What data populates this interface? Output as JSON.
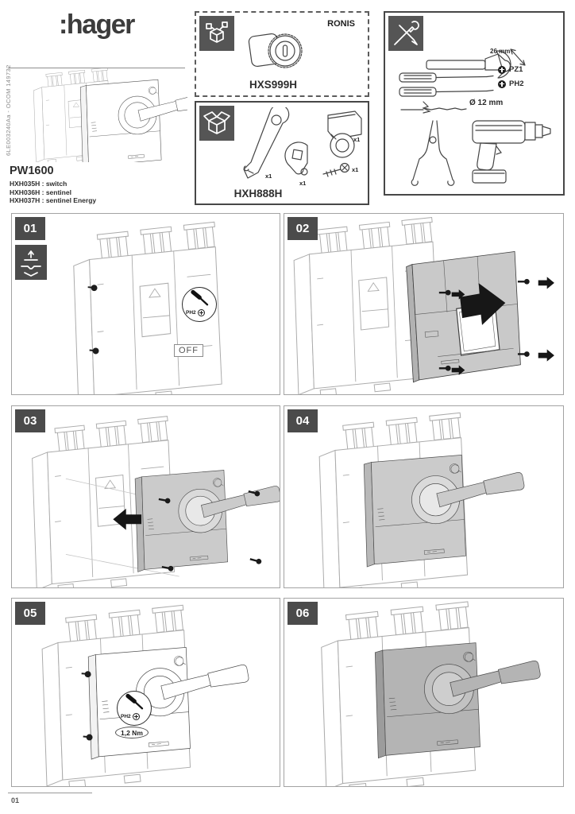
{
  "page": {
    "brand": ":hager",
    "doc_ref": "6LE003240Aa - OCOM 149732",
    "footer_page": "01"
  },
  "product": {
    "name": "PW1600",
    "lines": [
      "HXH035H : switch",
      "HXH036H : sentinel",
      "HXH037H : sentinel Energy"
    ]
  },
  "ronis_box": {
    "brand": "RONIS",
    "ref": "HXS999H"
  },
  "kit_box": {
    "ref": "HXH888H",
    "qty1": "x1",
    "qty2": "x1",
    "qty3": "x1",
    "qty4": "x1"
  },
  "tools": {
    "wrench": "26 mm",
    "bit1": "PZ1",
    "bit2": "PH2",
    "drill": "Ø 12 mm"
  },
  "steps": {
    "s1": {
      "num": "01",
      "tool": "PH2",
      "state": "OFF"
    },
    "s2": {
      "num": "02"
    },
    "s3": {
      "num": "03"
    },
    "s4": {
      "num": "04"
    },
    "s5": {
      "num": "05",
      "tool": "PH2",
      "torque": "1,2 Nm"
    },
    "s6": {
      "num": "06"
    }
  },
  "colors": {
    "badge_bg": "#4b4b4b",
    "tile_bg": "#555555",
    "cover_gray": "#c9c9c9",
    "cover_dark_gray": "#b4b4b4",
    "panel_border": "#a3a3a3"
  }
}
